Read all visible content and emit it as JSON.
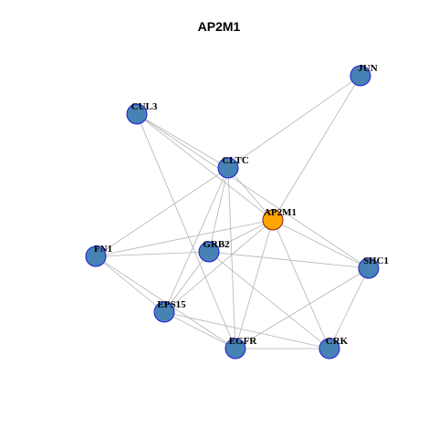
{
  "title": "AP2M1",
  "colors": {
    "node_fill": "#4682b4",
    "node_stroke": "#1d1dd6",
    "focus_fill": "#ffa500",
    "focus_stroke": "#8b1a1a",
    "edge": "#b3b3b3"
  },
  "network": {
    "focus": "AP2M1",
    "nodes": [
      {
        "id": "JUN",
        "label": "JUN"
      },
      {
        "id": "CUL3",
        "label": "CUL3"
      },
      {
        "id": "CLTC",
        "label": "CLTC"
      },
      {
        "id": "AP2M1",
        "label": "AP2M1"
      },
      {
        "id": "FN1",
        "label": "FN1"
      },
      {
        "id": "GRB2",
        "label": "GRB2"
      },
      {
        "id": "SHC1",
        "label": "SHC1"
      },
      {
        "id": "EPS15",
        "label": "EPS15"
      },
      {
        "id": "EGFR",
        "label": "EGFR"
      },
      {
        "id": "CRK",
        "label": "CRK"
      }
    ],
    "edges": [
      [
        "JUN",
        "CLTC"
      ],
      [
        "JUN",
        "AP2M1"
      ],
      [
        "CUL3",
        "CLTC"
      ],
      [
        "CUL3",
        "AP2M1"
      ],
      [
        "CUL3",
        "SHC1"
      ],
      [
        "CUL3",
        "EGFR"
      ],
      [
        "CLTC",
        "AP2M1"
      ],
      [
        "CLTC",
        "FN1"
      ],
      [
        "CLTC",
        "GRB2"
      ],
      [
        "CLTC",
        "EPS15"
      ],
      [
        "CLTC",
        "EGFR"
      ],
      [
        "AP2M1",
        "FN1"
      ],
      [
        "AP2M1",
        "GRB2"
      ],
      [
        "AP2M1",
        "SHC1"
      ],
      [
        "AP2M1",
        "EPS15"
      ],
      [
        "AP2M1",
        "EGFR"
      ],
      [
        "AP2M1",
        "CRK"
      ],
      [
        "FN1",
        "GRB2"
      ],
      [
        "FN1",
        "EPS15"
      ],
      [
        "FN1",
        "EGFR"
      ],
      [
        "GRB2",
        "SHC1"
      ],
      [
        "GRB2",
        "EPS15"
      ],
      [
        "GRB2",
        "CRK"
      ],
      [
        "SHC1",
        "EGFR"
      ],
      [
        "SHC1",
        "CRK"
      ],
      [
        "EPS15",
        "EGFR"
      ],
      [
        "EPS15",
        "CRK"
      ],
      [
        "EGFR",
        "CRK"
      ]
    ]
  }
}
